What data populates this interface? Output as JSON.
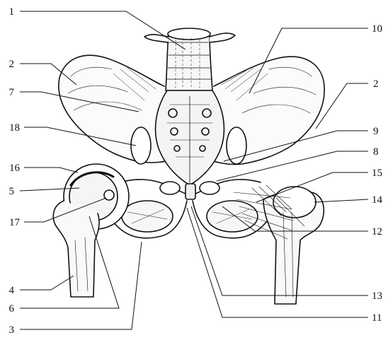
{
  "figure": {
    "subject": "pelvis-anterior-view-ligaments",
    "line_color": "#111111",
    "background": "#ffffff"
  },
  "callouts": [
    {
      "number": "1"
    },
    {
      "number": "2"
    },
    {
      "number": "7"
    },
    {
      "number": "18"
    },
    {
      "number": "16"
    },
    {
      "number": "5"
    },
    {
      "number": "17"
    },
    {
      "number": "4"
    },
    {
      "number": "6"
    },
    {
      "number": "3"
    },
    {
      "number": "10"
    },
    {
      "number": "2"
    },
    {
      "number": "9"
    },
    {
      "number": "8"
    },
    {
      "number": "15"
    },
    {
      "number": "14"
    },
    {
      "number": "12"
    },
    {
      "number": "13"
    },
    {
      "number": "11"
    }
  ]
}
